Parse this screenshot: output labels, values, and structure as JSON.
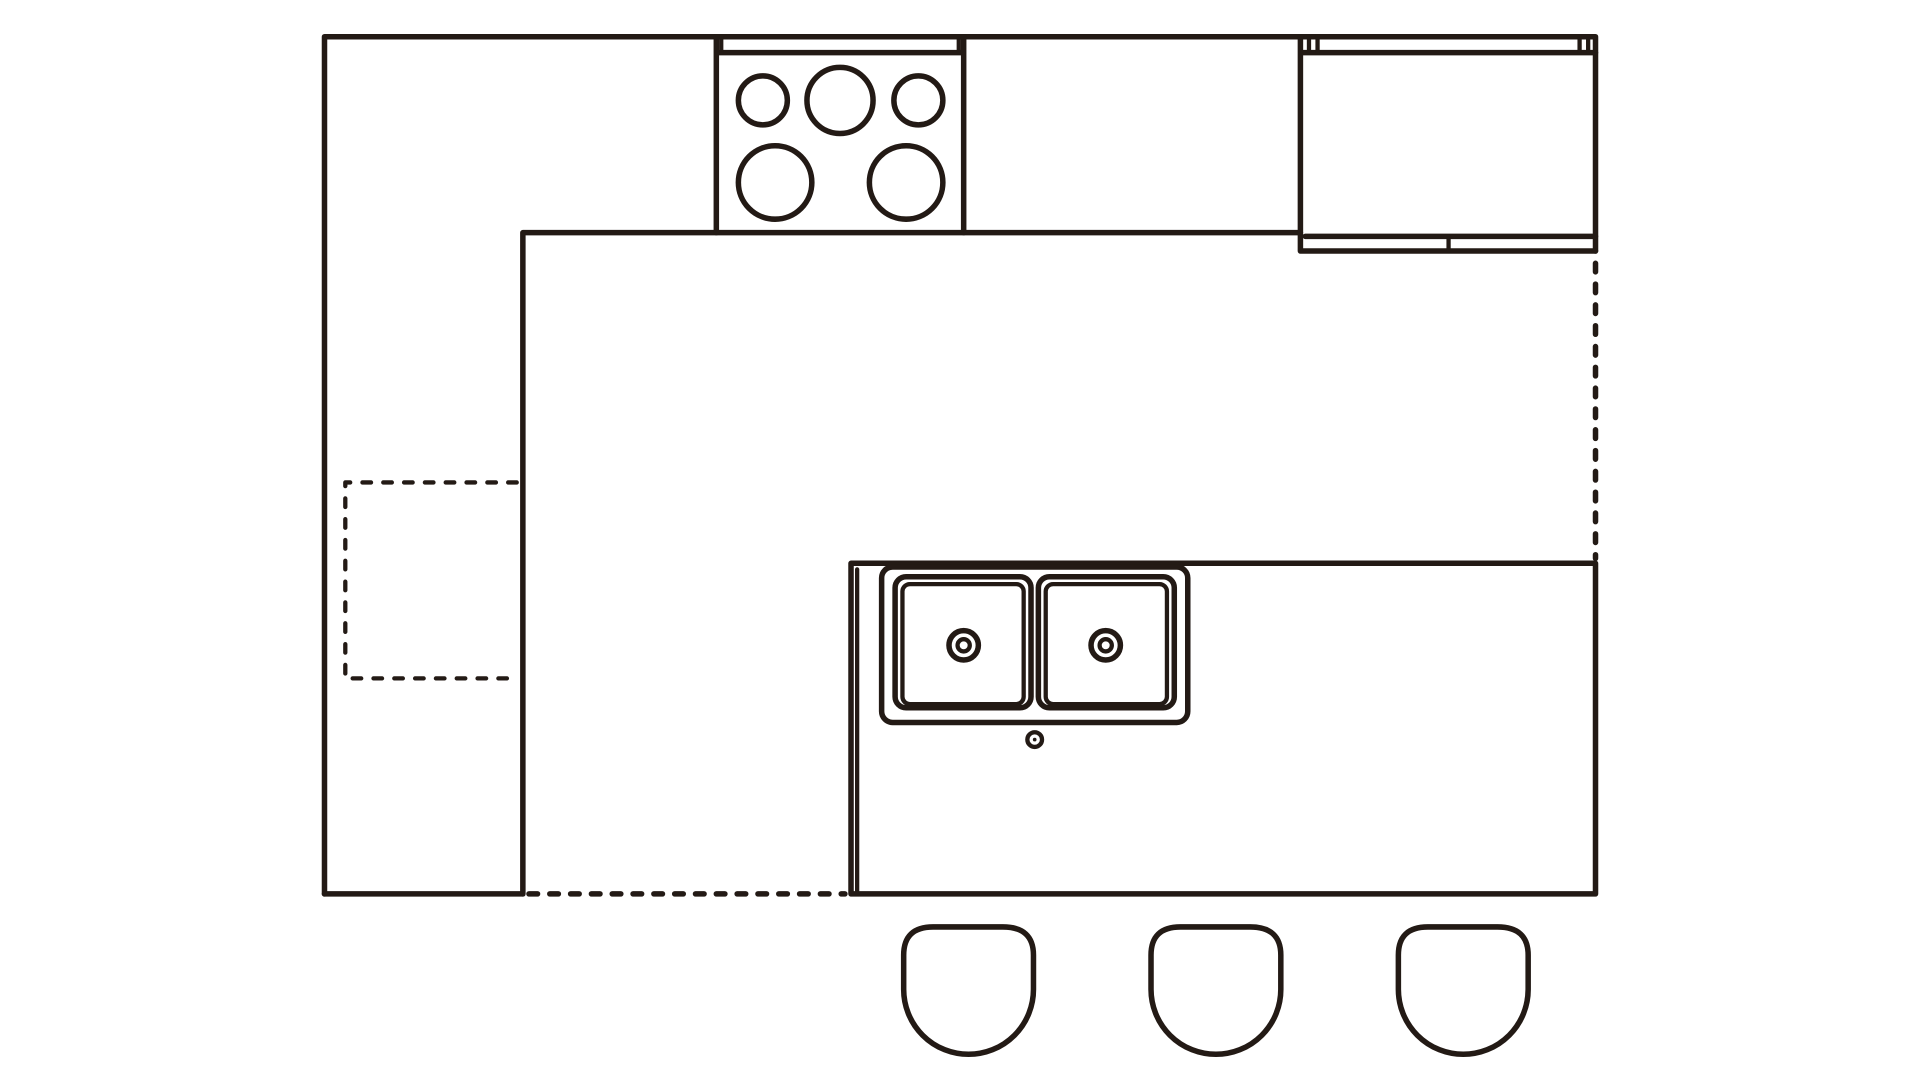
{
  "diagram": {
    "type": "kitchen-floor-plan",
    "line_color": "#231a15",
    "background": "#ffffff",
    "stool_count": 3,
    "burner_count": 5,
    "sink_basin_count": 2
  }
}
